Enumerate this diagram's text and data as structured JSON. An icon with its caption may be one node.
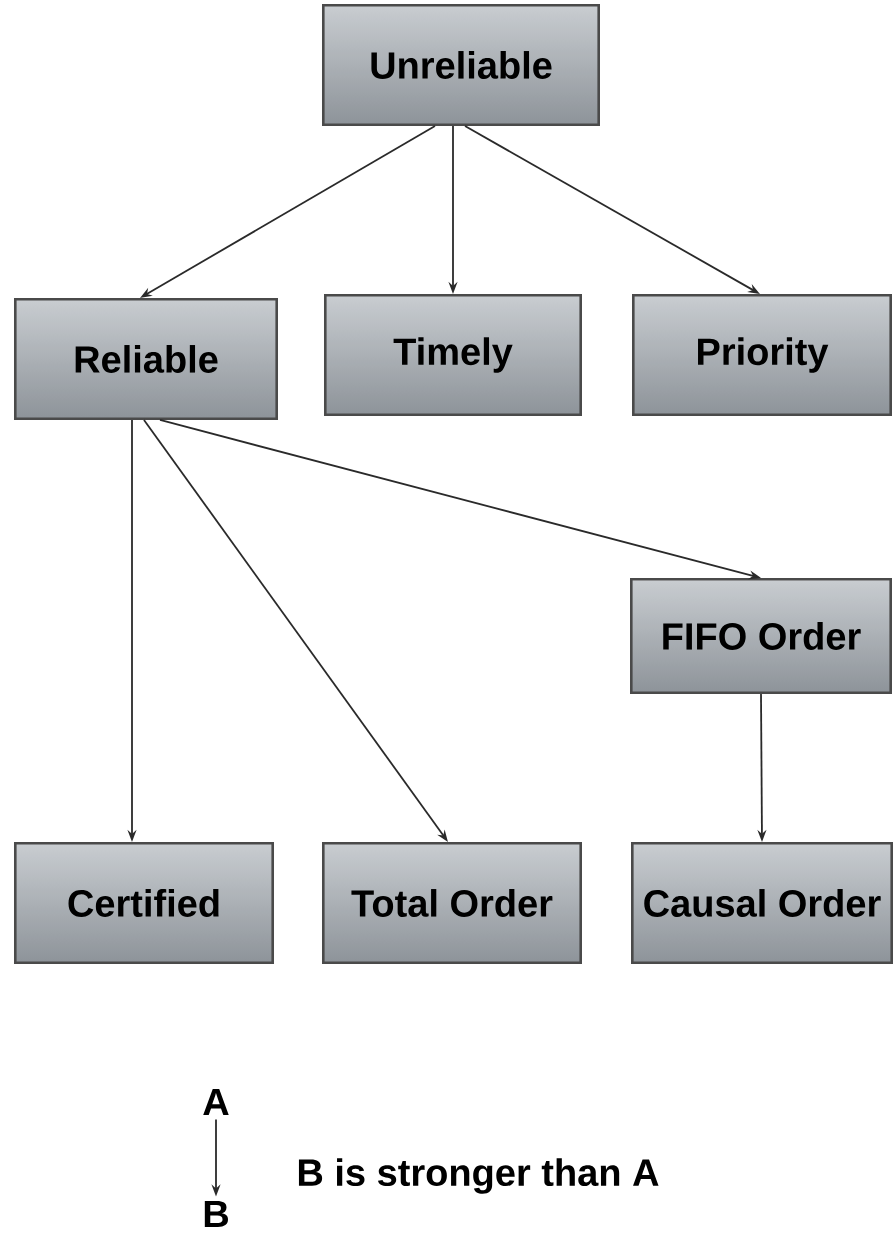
{
  "diagram": {
    "nodes": [
      {
        "text": [
          "Unreliable"
        ]
      },
      {
        "text": [
          "Reliable"
        ]
      },
      {
        "text": [
          "Timely"
        ]
      },
      {
        "text": [
          "Priority"
        ]
      },
      {
        "text": [
          "FIFO Order"
        ]
      },
      {
        "text": [
          "Certified"
        ]
      },
      {
        "text": [
          "Total Order"
        ]
      },
      {
        "text": [
          "Causal Order"
        ]
      },
      {
        "text": [
          "A"
        ]
      },
      {
        "text": [
          "B"
        ]
      }
    ],
    "edges": [
      {
        "from": 0,
        "to": 1,
        "arrow": "to"
      },
      {
        "from": 0,
        "to": 2,
        "arrow": "to"
      },
      {
        "from": 0,
        "to": 3,
        "arrow": "to"
      },
      {
        "from": 1,
        "to": 5,
        "arrow": "to"
      },
      {
        "from": 1,
        "to": 6,
        "arrow": "to"
      },
      {
        "from": 1,
        "to": 4,
        "arrow": "to"
      },
      {
        "from": 4,
        "to": 7,
        "arrow": "to"
      },
      {
        "from": 8,
        "to": 9,
        "arrow": "to"
      }
    ],
    "labels": [
      "B is stronger than A"
    ]
  }
}
